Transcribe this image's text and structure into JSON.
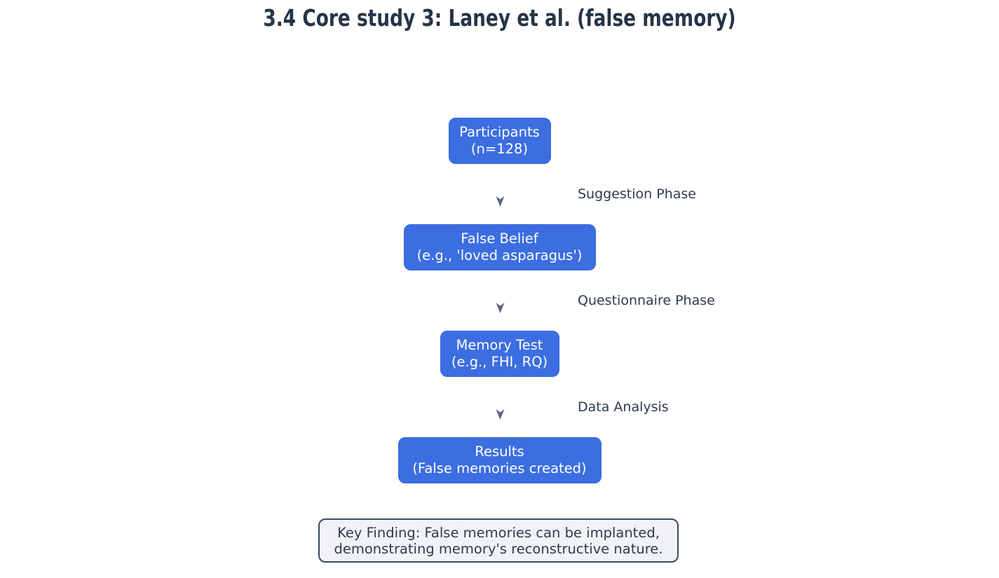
{
  "title": "3.4 Core study 3: Laney et al. (false memory)",
  "colors": {
    "node_fill": "#3c6ee1",
    "node_text": "#ffffff",
    "arrow": "#5c6675",
    "edge_label_text": "#2e3b4e",
    "title_text": "#263447",
    "key_finding_bg": "#f0f2f5",
    "key_finding_border": "#3e4b61",
    "key_finding_text": "#2e3b4e",
    "background": "#ffffff"
  },
  "flowchart": {
    "nodes": [
      {
        "id": "participants",
        "line1": "Participants",
        "line2": "(n=128)"
      },
      {
        "id": "false-belief",
        "line1": "False Belief",
        "line2": "(e.g., 'loved asparagus')"
      },
      {
        "id": "memory-test",
        "line1": "Memory Test",
        "line2": "(e.g., FHI, RQ)"
      },
      {
        "id": "results",
        "line1": "Results",
        "line2": "(False memories created)"
      }
    ],
    "edges": [
      {
        "label": "Suggestion Phase"
      },
      {
        "label": "Questionnaire Phase"
      },
      {
        "label": "Data Analysis"
      }
    ]
  },
  "key_finding": {
    "line1": "Key Finding: False memories can be implanted,",
    "line2": "demonstrating memory's reconstructive nature."
  }
}
